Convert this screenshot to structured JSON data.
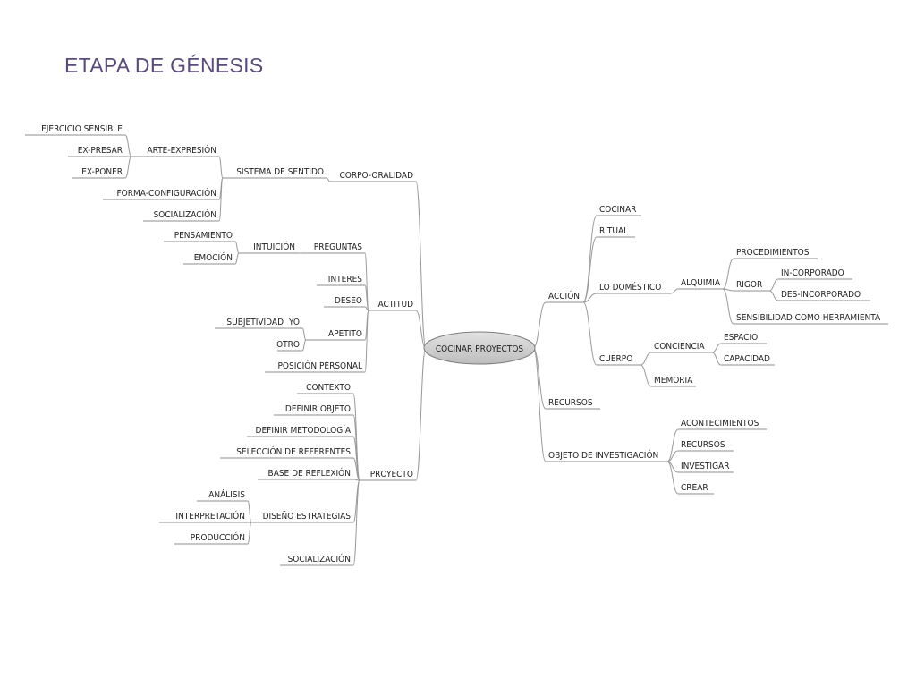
{
  "title": "ETAPA DE GÉNESIS",
  "center": "COCINAR PROYECTOS",
  "nodes": {
    "n1": "CORPO-ORALIDAD",
    "n2": "SISTEMA DE SENTIDO",
    "n3": "ARTE-EXPRESIÓN",
    "n4": "EJERCICIO SENSIBLE",
    "n5": "EX-PRESAR",
    "n6": "EX-PONER",
    "n7": "FORMA-CONFIGURACIÓN",
    "n8": "SOCIALIZACIÓN",
    "n9": "ACTITUD",
    "n10": "PREGUNTAS",
    "n11": "INTUICIÓN",
    "n12": "PENSAMIENTO",
    "n13": "EMOCIÓN",
    "n14": "INTERES",
    "n15": "DESEO",
    "n16": "APETITO",
    "n17": "YO",
    "n18": "SUBJETIVIDAD",
    "n19": "OTRO",
    "n20": "POSICIÓN PERSONAL",
    "n21": "PROYECTO",
    "n22": "CONTEXTO",
    "n23": "DEFINIR OBJETO",
    "n24": "DEFINIR METODOLOGÍA",
    "n25": "SELECCIÓN DE REFERENTES",
    "n26": "BASE DE REFLEXIÓN",
    "n27": "DISEÑO ESTRATEGIAS",
    "n28": "ANÁLISIS",
    "n29": "INTERPRETACIÓN",
    "n30": "PRODUCCIÓN",
    "n31": "SOCIALIZACIÓN",
    "n32": "ACCIÓN",
    "n33": "COCINAR",
    "n34": "RITUAL",
    "n35": "LO DOMÉSTICO",
    "n36": "ALQUIMIA",
    "n37": "PROCEDIMIENTOS",
    "n38": "RIGOR",
    "n39": "IN-CORPORADO",
    "n40": "DES-INCORPORADO",
    "n41": "SENSIBILIDAD COMO HERRAMIENTA",
    "n42": "CUERPO",
    "n43": "CONCIENCIA",
    "n44": "ESPACIO",
    "n45": "CAPACIDAD",
    "n46": "MEMORIA",
    "n47": "RECURSOS",
    "n48": "OBJETO DE INVESTIGACIÓN",
    "n49": "ACONTECIMIENTOS",
    "n50": "RECURSOS",
    "n51": "INVESTIGAR",
    "n52": "CREAR"
  }
}
